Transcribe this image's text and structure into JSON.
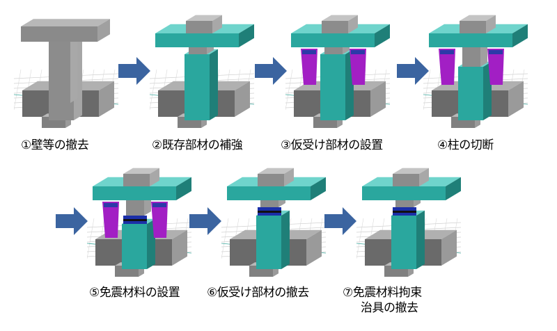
{
  "steps": [
    {
      "number": "①",
      "label": "壁等の撤去"
    },
    {
      "number": "②",
      "label": "既存部材の補強"
    },
    {
      "number": "③",
      "label": "仮受け部材の設置"
    },
    {
      "number": "④",
      "label": "柱の切断"
    },
    {
      "number": "⑤",
      "label": "免震材料の設置"
    },
    {
      "number": "⑥",
      "label": "仮受け部材の撤去"
    },
    {
      "number": "⑦",
      "label": "免震材料拘束",
      "label_line2": "治具の撤去"
    }
  ],
  "colors": {
    "concrete": "#8c8c8c",
    "reinforced": "#2aa79e",
    "temporary_support": "#a21fc4",
    "isolator": "#1b2fa8",
    "arrow": "#3b64a0"
  }
}
